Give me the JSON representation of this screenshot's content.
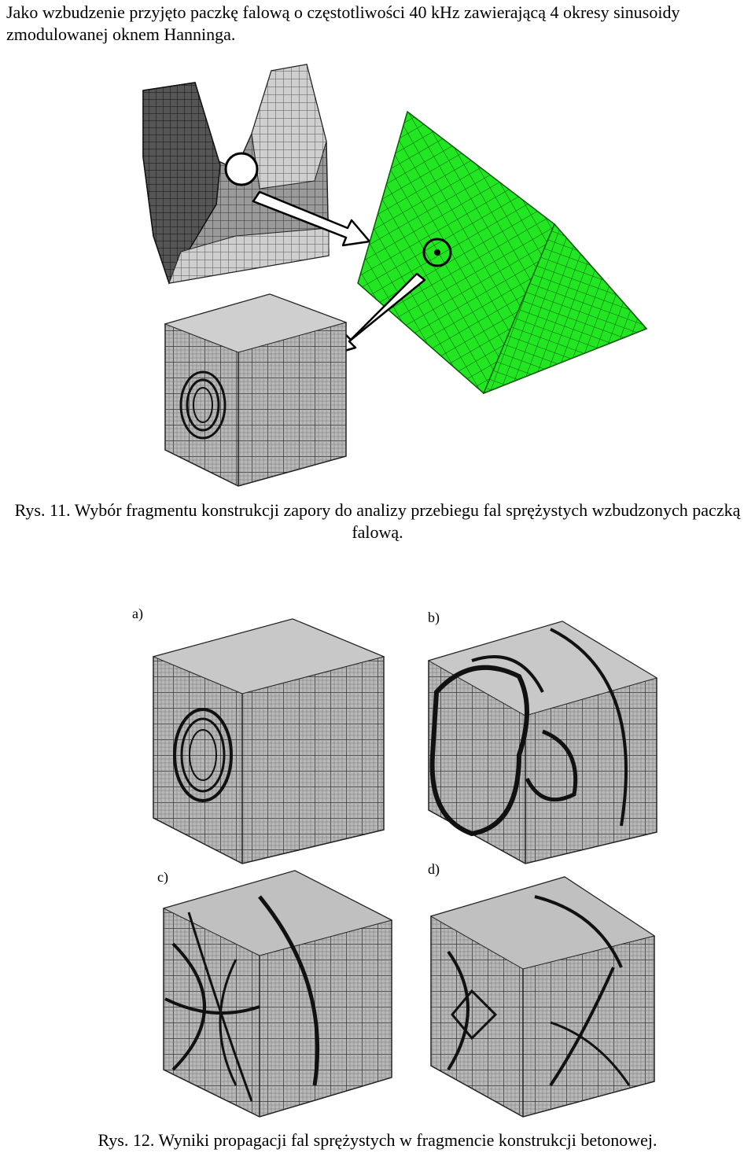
{
  "intro_text": "Jako wzbudzenie przyjęto paczkę falową o częstotliwości 40 kHz zawierającą 4 okresy sinusoidy zmodulowanej oknem Hanninga.",
  "figure11": {
    "caption": "Rys. 11. Wybór fragmentu konstrukcji zapory do analizy przebiegu fal sprężystych wzbudzonych paczką falową.",
    "colors": {
      "wedge": "#22e622",
      "mesh_dark": "#333333",
      "mesh_light": "#aaaaaa"
    }
  },
  "figure12": {
    "caption": "Rys. 12. Wyniki propagacji fal sprężystych w fragmencie konstrukcji betonowej.",
    "panels": [
      {
        "label": "a)"
      },
      {
        "label": "b)"
      },
      {
        "label": "c)"
      },
      {
        "label": "d)"
      }
    ]
  }
}
